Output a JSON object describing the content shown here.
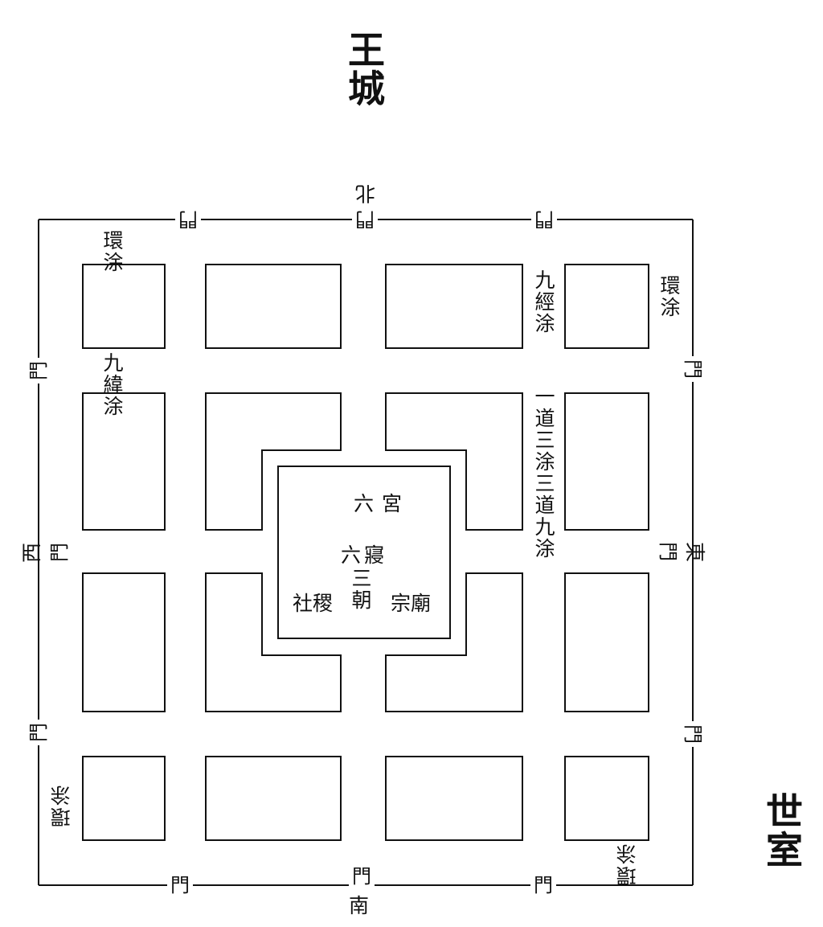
{
  "title": "王城",
  "caption": "世室",
  "colors": {
    "ink": "#111111",
    "paper": "#ffffff"
  },
  "gates": {
    "north_label": "北",
    "south_label": "南",
    "east_label": "東",
    "west_label": "西",
    "gate": "門"
  },
  "roads": {
    "ring_road": "環涂",
    "nine_weft": "九緯涂",
    "nine_warp": "九經涂",
    "one_way_three": "一道三涂三道九涂",
    "ring_road_sw": "環涂"
  },
  "center": {
    "six_palaces": "六宮",
    "six_chambers": "六寢",
    "three_courts": "三朝",
    "she_ji": "社稷",
    "ancestral_temple": "宗廟"
  }
}
